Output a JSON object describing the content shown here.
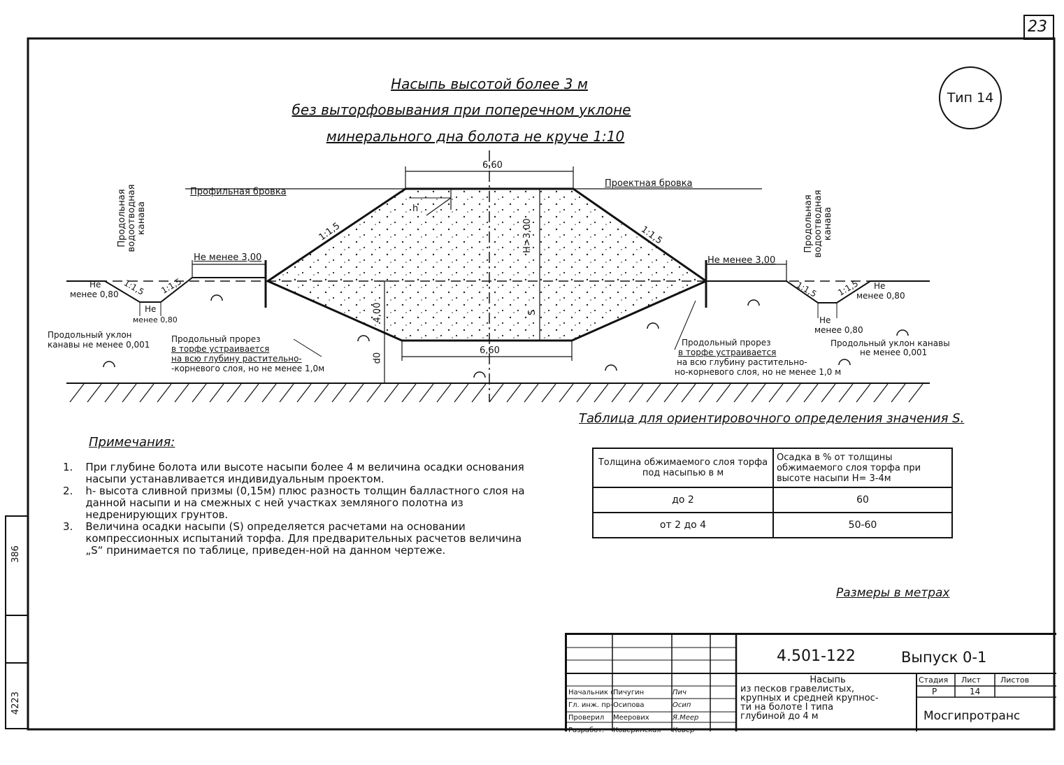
{
  "page_number": "23",
  "type_badge": "Тип 14",
  "title": {
    "line1": "Насыпь высотой более 3 м",
    "line2": "без выторфовывания при поперечном уклоне",
    "line3": "минерального дна болота не круче 1:10"
  },
  "dims": {
    "top_width": "6,60",
    "bottom_width": "6,60",
    "height": "H>3,00",
    "s": "S",
    "h_small": "h",
    "left_depth": "4,00",
    "d0": "d0",
    "left_berm": "Не менее 3,00",
    "right_berm": "Не менее 3,00",
    "slope_left_main": "1:1,5",
    "slope_right_main": "1:1,5",
    "slope_ditch_l1": "1:1,5",
    "slope_ditch_l2": "1:1,5",
    "slope_ditch_r1": "1:1,5",
    "slope_ditch_r2": "1:1,5"
  },
  "labels": {
    "profile_edge": "Профильная бровка",
    "design_edge": "Проектная бровка",
    "ditch_left": "Продольная водоотводная канава",
    "ditch_right": "Продольная водоотводная канава",
    "ditch_left_depth_1": "Не",
    "ditch_left_depth_2": "менее 0,80",
    "ditch_left_bottom_1": "Не",
    "ditch_left_bottom_2": "менее 0,80",
    "ditch_right_depth_1": "Не",
    "ditch_right_depth_2": "менее 0,80",
    "ditch_right_bottom_1": "Не",
    "ditch_right_bottom_2": "менее 0,80",
    "slope_left_1": "Продольный уклон",
    "slope_left_2": "канавы не менее 0,001",
    "slope_right_1": "Продольный уклон канавы",
    "slope_right_2": "не менее 0,001",
    "cut_left_1": "Продольный прорез",
    "cut_left_2": "в торфе устраивается",
    "cut_left_3": "на всю глубину растительно-",
    "cut_left_4": "-корневого слоя, но не менее 1,0м",
    "cut_right_1": "Продольный прорез",
    "cut_right_2": "в торфе устраивается",
    "cut_right_3": "на всю глубину растительно-",
    "cut_right_4": "но-корневого слоя, но не менее 1,0 м"
  },
  "notes": {
    "heading": "Примечания:",
    "items": [
      {
        "num": "1.",
        "text": "При глубине болота или высоте насыпи более 4 м величина осадки основания насыпи устанавливается индивидуальным проектом."
      },
      {
        "num": "2.",
        "text": "h- высота сливной призмы (0,15м) плюс разность толщин балластного слоя на данной насыпи и на смежных с ней участках земляного полотна из недренирующих грунтов."
      },
      {
        "num": "3.",
        "text": "Величина осадки насыпи (S) определяется расчетами на основании компрессионных испытаний торфа. Для предварительных расчетов величина „S“ принимается по таблице, приведен-ной на данном чертеже."
      }
    ]
  },
  "s_table": {
    "caption": "Таблица для ориентировочного определения значения S.",
    "headers": [
      "Толщина обжимаемого слоя торфа под насыпью в м",
      "Осадка в % от толщины обжимаемого слоя торфа при высоте насыпи H= 3-4м"
    ],
    "rows": [
      [
        "до 2",
        "60"
      ],
      [
        "от 2 до 4",
        "50-60"
      ]
    ]
  },
  "units_note": "Размеры в метрах",
  "title_block": {
    "code": "4.501-122",
    "issue": "Выпуск 0-1",
    "name_lines": [
      "Насыпь",
      "из песков гравелистых,",
      "крупных и средней крупнос-",
      "ти на болоте I типа",
      "глубиной до 4 м"
    ],
    "stage_hdr": "Стадия",
    "sheet_hdr": "Лист",
    "sheets_hdr": "Листов",
    "stage": "Р",
    "sheet": "14",
    "sheets": "",
    "org": "Мосгипротранс",
    "staff": [
      {
        "role": "Начальник отдела",
        "name": "Пичугин",
        "sign": "Пич"
      },
      {
        "role": "Гл. инж. пр-та",
        "name": "Осипова",
        "sign": "Осип"
      },
      {
        "role": "Проверил",
        "name": "Мееровиx",
        "sign": "Я.Меер"
      },
      {
        "role": "Разработ.",
        "name": "Коверинская",
        "sign": "Ковер"
      }
    ]
  },
  "side_stamp": {
    "top": "386",
    "bottom": "4223"
  }
}
